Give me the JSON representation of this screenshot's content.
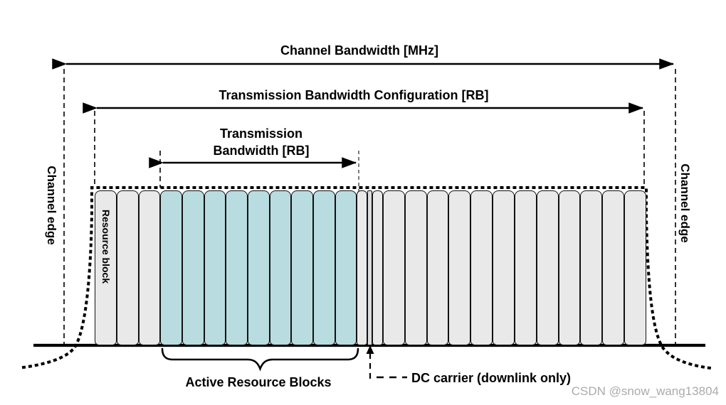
{
  "diagram": {
    "labels": {
      "channel_bandwidth": "Channel Bandwidth [MHz]",
      "tx_bandwidth_config": "Transmission Bandwidth Configuration [RB]",
      "tx_bandwidth_line1": "Transmission",
      "tx_bandwidth_line2": "Bandwidth [RB]",
      "channel_edge_left": "Channel edge",
      "channel_edge_right": "Channel edge",
      "resource_block": "Resource block",
      "active_resource_blocks": "Active Resource Blocks",
      "dc_carrier": "DC carrier (downlink only)",
      "watermark": "CSDN @snow_wang13804"
    },
    "blocks": {
      "left_guard_gray": 3,
      "active_teal": 9,
      "half_blocks_around_dc": 2,
      "dc_carrier_slots": 1,
      "right_gray": 12
    },
    "colors": {
      "active_block_fill": "#b9dce0",
      "inactive_block_fill": "#e9e9e9",
      "line_color": "#000000",
      "watermark_color": "#ababab"
    }
  }
}
